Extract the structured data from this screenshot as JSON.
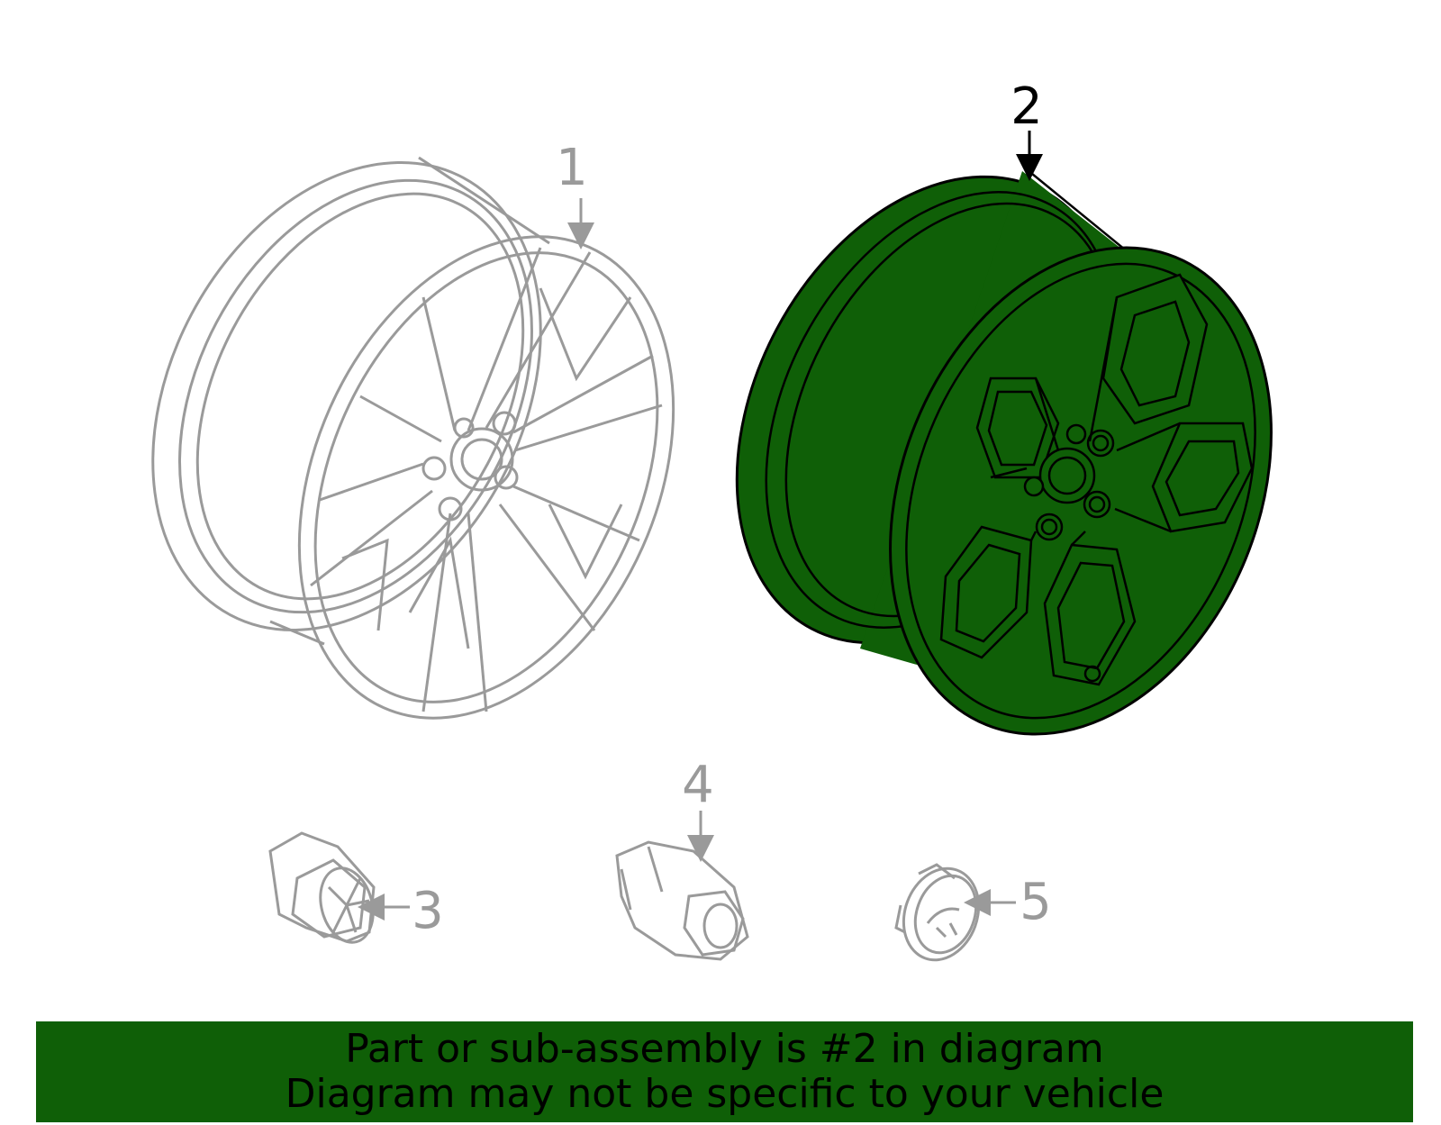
{
  "colors": {
    "highlight_fill": "#0f5f07",
    "highlight_stroke": "#000000",
    "faded_stroke": "#9a9a9a",
    "banner_bg": "#0f5f07",
    "banner_text": "#000000"
  },
  "callouts": [
    {
      "label": "1",
      "part": "wheel-alternate",
      "highlighted": false
    },
    {
      "label": "2",
      "part": "wheel",
      "highlighted": true
    },
    {
      "label": "3",
      "part": "lug-nut",
      "highlighted": false
    },
    {
      "label": "4",
      "part": "locking-lug-nut",
      "highlighted": false
    },
    {
      "label": "5",
      "part": "center-cap",
      "highlighted": false
    }
  ],
  "banner": {
    "line1": "Part or sub-assembly is #2 in diagram",
    "line2": "Diagram may not be specific to your vehicle"
  }
}
